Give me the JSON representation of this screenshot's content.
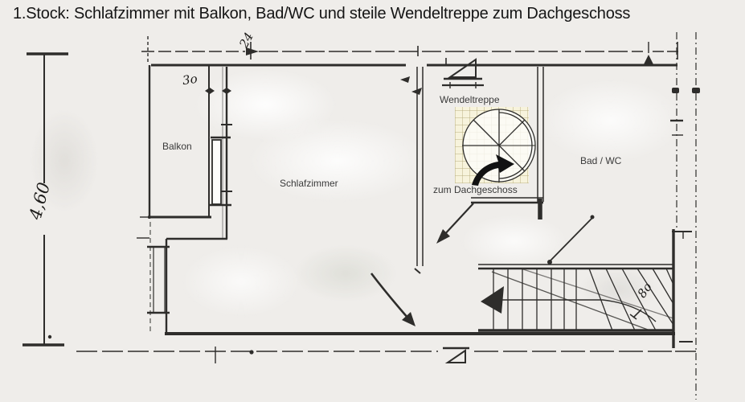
{
  "title": "1.Stock: Schlafzimmer mit Balkon, Bad/WC und steile Wendeltreppe zum Dachgeschoss",
  "rooms": {
    "balkon": "Balkon",
    "schlafzimmer": "Schlafzimmer",
    "wendeltreppe": "Wendeltreppe",
    "zum_dachgeschoss": "zum Dachgeschoss",
    "bad_wc": "Bad / WC"
  },
  "dimensions": {
    "left_height": "4,60",
    "top_width": "24",
    "balcony_door_width": "3o",
    "stair_width": "8o"
  },
  "icons": {
    "spiral_staircase": "spiral-staircase-icon",
    "stairs": "stairs-icon",
    "direction_arrow": "arrow-icon",
    "angle_mark": "angle-mark-icon"
  },
  "colors": {
    "ink": "#2e2d2b",
    "paper": "#efedea",
    "grid_paper": "#f7f3dc",
    "title_text": "#151515",
    "label_text": "#3a3a3a"
  }
}
